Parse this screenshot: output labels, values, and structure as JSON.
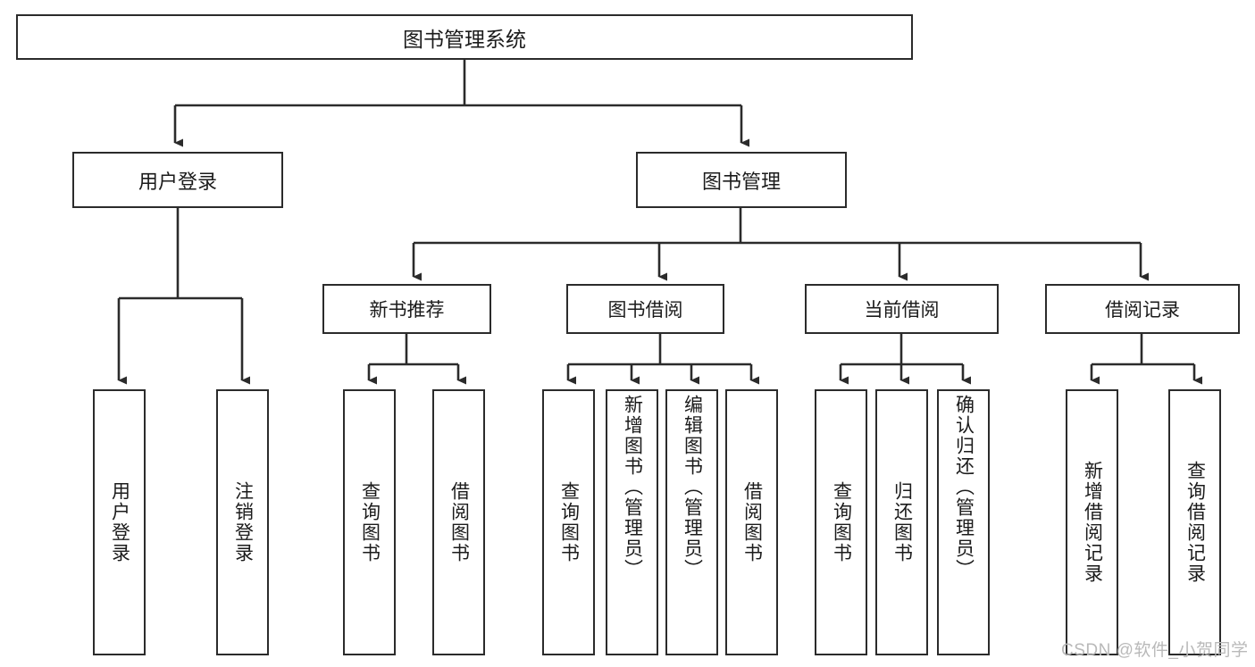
{
  "diagram": {
    "title_node": {
      "label": "图书管理系统"
    },
    "level2": [
      {
        "id": "user-login",
        "label": "用户登录"
      },
      {
        "id": "book-management",
        "label": "图书管理"
      }
    ],
    "level3": [
      {
        "id": "new-book-recommend",
        "label": "新书推荐"
      },
      {
        "id": "book-borrow",
        "label": "图书借阅"
      },
      {
        "id": "current-borrow",
        "label": "当前借阅"
      },
      {
        "id": "borrow-record",
        "label": "借阅记录"
      }
    ],
    "leaves": {
      "user_login": [
        {
          "id": "leaf-user-login",
          "label": "用户登录"
        },
        {
          "id": "leaf-logout-login",
          "label": "注销登录"
        }
      ],
      "new_book_recommend": [
        {
          "id": "leaf-query-book-1",
          "label": "查询图书"
        },
        {
          "id": "leaf-borrow-book-1",
          "label": "借阅图书"
        }
      ],
      "book_borrow": [
        {
          "id": "leaf-query-book-2",
          "label": "查询图书"
        },
        {
          "id": "leaf-add-book",
          "label": "新增图书（管理员）"
        },
        {
          "id": "leaf-edit-book",
          "label": "编辑图书（管理员）"
        },
        {
          "id": "leaf-borrow-book-2",
          "label": "借阅图书"
        }
      ],
      "current_borrow": [
        {
          "id": "leaf-query-book-3",
          "label": "查询图书"
        },
        {
          "id": "leaf-return-book",
          "label": "归还图书"
        },
        {
          "id": "leaf-confirm-return",
          "label": "确认归还（管理员）"
        }
      ],
      "borrow_record": [
        {
          "id": "leaf-add-record",
          "label": "新增借阅记录"
        },
        {
          "id": "leaf-query-record",
          "label": "查询借阅记录"
        }
      ]
    },
    "watermark": "CSDN @软件_小贺同学",
    "colors": {
      "border": "#2b2b2b",
      "background": "#ffffff",
      "text": "#1b1b1b",
      "connector": "#2b2b2b",
      "watermark": "#b9b9b9"
    }
  }
}
